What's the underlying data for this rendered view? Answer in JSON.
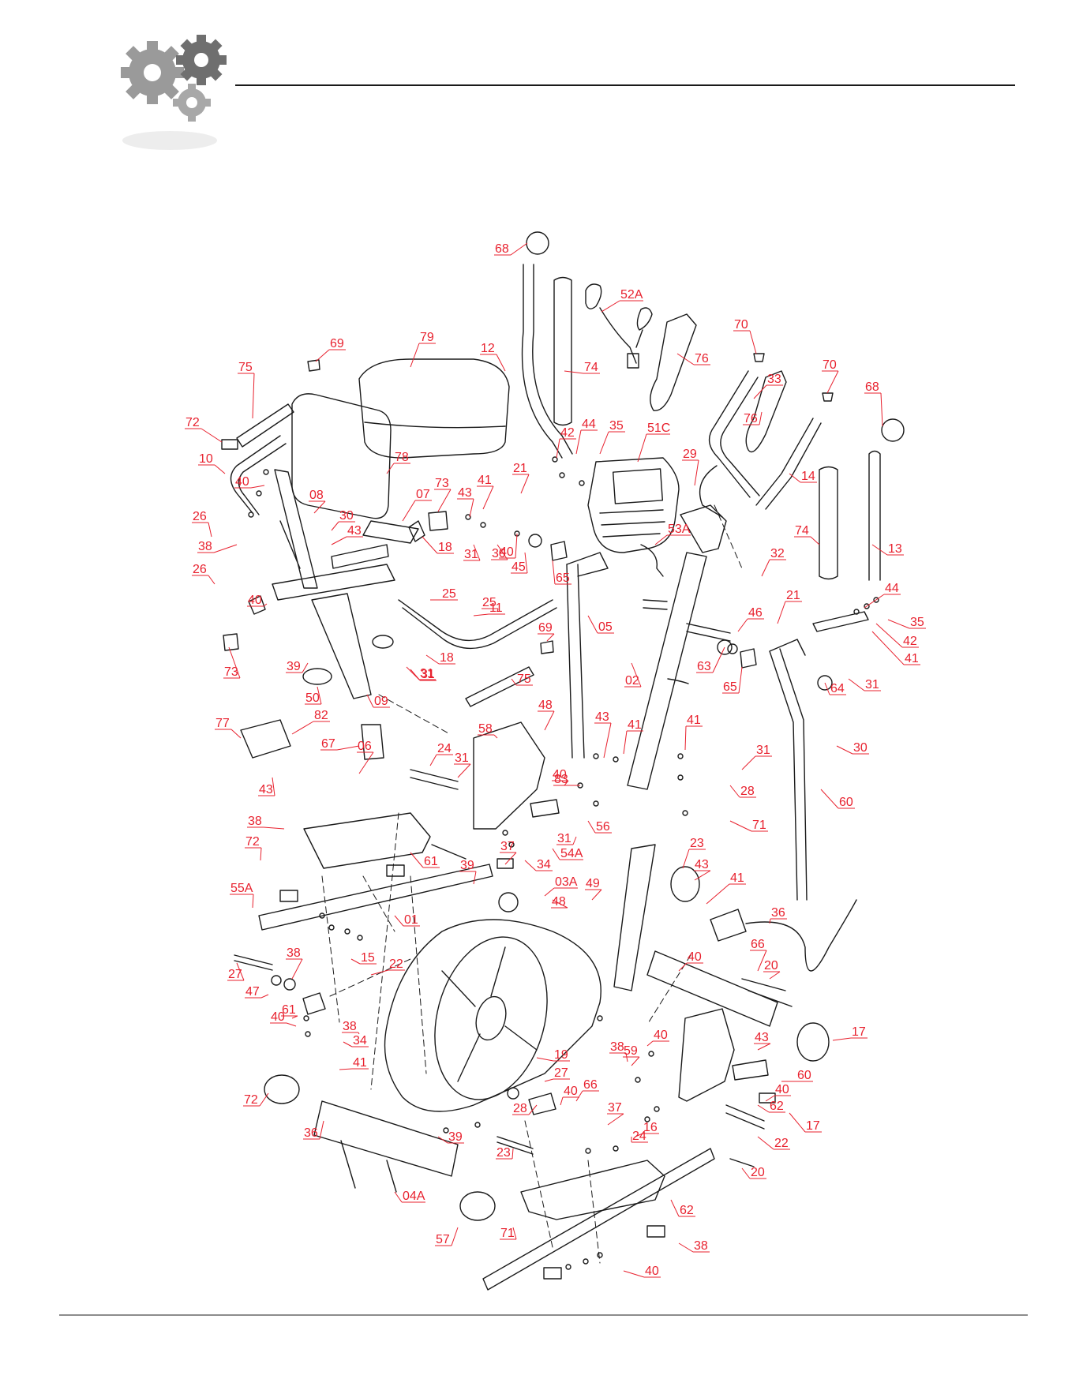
{
  "colors": {
    "label": "#e8212e",
    "line": "#1a1a1a",
    "gear_dark": "#8a8a8a",
    "gear_light": "#c9c9c9"
  },
  "icons": {
    "header": "gears-icon"
  },
  "labels": [
    {
      "text": "68"
    },
    {
      "text": "52A"
    },
    {
      "text": "70"
    },
    {
      "text": "70"
    },
    {
      "text": "68"
    },
    {
      "text": "79"
    },
    {
      "text": "69"
    },
    {
      "text": "75"
    },
    {
      "text": "12"
    },
    {
      "text": "74"
    },
    {
      "text": "76"
    },
    {
      "text": "33"
    },
    {
      "text": "76"
    },
    {
      "text": "72"
    },
    {
      "text": "10"
    },
    {
      "text": "78"
    },
    {
      "text": "42"
    },
    {
      "text": "44"
    },
    {
      "text": "35"
    },
    {
      "text": "51C"
    },
    {
      "text": "29"
    },
    {
      "text": "14"
    },
    {
      "text": "40"
    },
    {
      "text": "08"
    },
    {
      "text": "07"
    },
    {
      "text": "73"
    },
    {
      "text": "43"
    },
    {
      "text": "41"
    },
    {
      "text": "21"
    },
    {
      "text": "26"
    },
    {
      "text": "30"
    },
    {
      "text": "43"
    },
    {
      "text": "38"
    },
    {
      "text": "18"
    },
    {
      "text": "31"
    },
    {
      "text": "30"
    },
    {
      "text": "40"
    },
    {
      "text": "45"
    },
    {
      "text": "65"
    },
    {
      "text": "53A"
    },
    {
      "text": "74"
    },
    {
      "text": "13"
    },
    {
      "text": "32"
    },
    {
      "text": "26"
    },
    {
      "text": "25"
    },
    {
      "text": "05"
    },
    {
      "text": "40"
    },
    {
      "text": "18"
    },
    {
      "text": "25"
    },
    {
      "text": "11"
    },
    {
      "text": "31"
    },
    {
      "text": "69"
    },
    {
      "text": "21"
    },
    {
      "text": "44"
    },
    {
      "text": "46"
    },
    {
      "text": "35"
    },
    {
      "text": "42"
    },
    {
      "text": "41"
    },
    {
      "text": "63"
    },
    {
      "text": "73"
    },
    {
      "text": "39"
    },
    {
      "text": "31"
    },
    {
      "text": "75"
    },
    {
      "text": "02"
    },
    {
      "text": "65"
    },
    {
      "text": "31"
    },
    {
      "text": "50"
    },
    {
      "text": "09"
    },
    {
      "text": "64"
    },
    {
      "text": "30"
    },
    {
      "text": "48"
    },
    {
      "text": "77"
    },
    {
      "text": "82"
    },
    {
      "text": "58"
    },
    {
      "text": "43"
    },
    {
      "text": "41"
    },
    {
      "text": "41"
    },
    {
      "text": "67"
    },
    {
      "text": "24"
    },
    {
      "text": "31"
    },
    {
      "text": "40"
    },
    {
      "text": "31"
    },
    {
      "text": "83"
    },
    {
      "text": "28"
    },
    {
      "text": "43"
    },
    {
      "text": "06"
    },
    {
      "text": "56"
    },
    {
      "text": "60"
    },
    {
      "text": "38"
    },
    {
      "text": "31"
    },
    {
      "text": "54A"
    },
    {
      "text": "71"
    },
    {
      "text": "23"
    },
    {
      "text": "72"
    },
    {
      "text": "61"
    },
    {
      "text": "37"
    },
    {
      "text": "34"
    },
    {
      "text": "43"
    },
    {
      "text": "03A"
    },
    {
      "text": "39"
    },
    {
      "text": "49"
    },
    {
      "text": "55A"
    },
    {
      "text": "48"
    },
    {
      "text": "41"
    },
    {
      "text": "36"
    },
    {
      "text": "01"
    },
    {
      "text": "40"
    },
    {
      "text": "38"
    },
    {
      "text": "15"
    },
    {
      "text": "66"
    },
    {
      "text": "22"
    },
    {
      "text": "20"
    },
    {
      "text": "27"
    },
    {
      "text": "47"
    },
    {
      "text": "17"
    },
    {
      "text": "40"
    },
    {
      "text": "61"
    },
    {
      "text": "38"
    },
    {
      "text": "34"
    },
    {
      "text": "40"
    },
    {
      "text": "43"
    },
    {
      "text": "59"
    },
    {
      "text": "38"
    },
    {
      "text": "19"
    },
    {
      "text": "41"
    },
    {
      "text": "27"
    },
    {
      "text": "60"
    },
    {
      "text": "66"
    },
    {
      "text": "40"
    },
    {
      "text": "40"
    },
    {
      "text": "62"
    },
    {
      "text": "72"
    },
    {
      "text": "17"
    },
    {
      "text": "28"
    },
    {
      "text": "37"
    },
    {
      "text": "16"
    },
    {
      "text": "36"
    },
    {
      "text": "39"
    },
    {
      "text": "24"
    },
    {
      "text": "22"
    },
    {
      "text": "23"
    },
    {
      "text": "20"
    },
    {
      "text": "04A"
    },
    {
      "text": "62"
    },
    {
      "text": "57"
    },
    {
      "text": "71"
    },
    {
      "text": "38"
    },
    {
      "text": "40"
    }
  ]
}
